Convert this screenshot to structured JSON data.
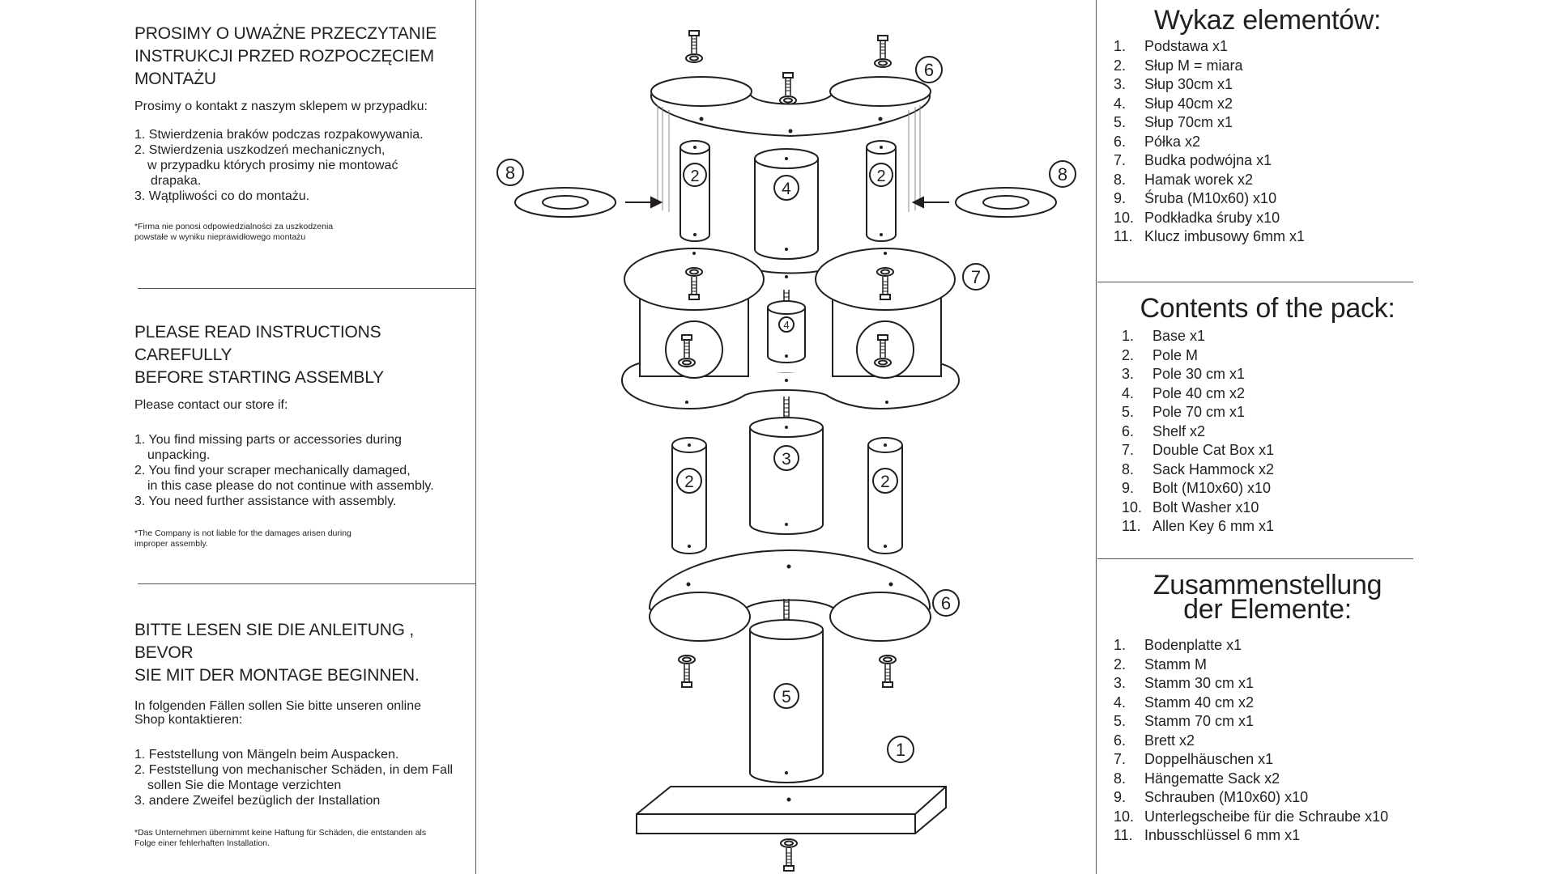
{
  "pl": {
    "heading": [
      "PROSIMY O UWAŻNE PRZECZYTANIE",
      "INSTRUKCJI PRZED ROZPOCZĘCIEM",
      "MONTAŻU"
    ],
    "intro": "Prosimy o kontakt z naszym sklepem w przypadku:",
    "items": [
      [
        "1. Stwierdzenia braków podczas rozpakowywania."
      ],
      [
        "2. Stwierdzenia uszkodzeń mechanicznych,",
        "w przypadku których prosimy nie montować",
        "drapaka."
      ],
      [
        "3. Wątpliwości co do montażu."
      ]
    ],
    "note": [
      "*Firma nie ponosi odpowiedzialności za uszkodzenia",
      "powstałe w wyniku nieprawidłowego montażu"
    ]
  },
  "en": {
    "heading": [
      "PLEASE READ INSTRUCTIONS CAREFULLY",
      "BEFORE STARTING ASSEMBLY"
    ],
    "intro": "Please contact our store if:",
    "items": [
      [
        "1. You find missing parts or accessories during",
        "unpacking."
      ],
      [
        "2. You find your scraper mechanically damaged,",
        "in this case please do not continue with assembly."
      ],
      [
        "3. You need further assistance with assembly."
      ]
    ],
    "note": [
      "*The Company is not liable for the damages arisen during",
      "improper assembly."
    ]
  },
  "de": {
    "heading": [
      "BITTE LESEN SIE DIE ANLEITUNG , BEVOR",
      "SIE MIT DER MONTAGE BEGINNEN."
    ],
    "intro": [
      "In folgenden Fällen sollen Sie bitte unseren online",
      "Shop kontaktieren:"
    ],
    "items": [
      [
        "1. Feststellung von Mängeln beim Auspacken."
      ],
      [
        "2. Feststellung von mechanischer Schäden, in dem Fall",
        "sollen Sie die Montage verzichten"
      ],
      [
        "3. andere Zweifel bezüglich der Installation"
      ]
    ],
    "note": [
      "*Das Unternehmen übernimmt keine Haftung für Schäden, die entstanden als",
      "Folge einer  fehlerhaften Installation."
    ]
  },
  "lists": {
    "pl": {
      "title": "Wykaz elementów:",
      "items": [
        "Podstawa x1",
        "Słup M = miara",
        "Słup 30cm x1",
        "Słup 40cm x2",
        "Słup 70cm x1",
        "Półka x2",
        "Budka podwójna x1",
        "Hamak worek x2",
        "Śruba (M10x60) x10",
        "Podkładka śruby x10",
        "Klucz imbusowy 6mm x1"
      ]
    },
    "en": {
      "title": "Contents of the pack:",
      "items": [
        "Base x1",
        "Pole  M",
        "Pole 30 cm x1",
        "Pole 40 cm x2",
        "Pole 70 cm x1",
        "Shelf x2",
        "Double Cat Box x1",
        "Sack Hammock x2",
        "Bolt (M10x60) x10",
        "Bolt Washer x10",
        "Allen Key 6 mm x1"
      ]
    },
    "de": {
      "title": [
        "Zusammenstellung",
        "der Elemente:"
      ],
      "items": [
        "Bodenplatte x1",
        "Stamm  M",
        "Stamm 30 cm x1",
        "Stamm 40 cm x2",
        "Stamm 70 cm x1",
        "Brett x2",
        "Doppelhäuschen x1",
        "Hängematte Sack x2",
        "Schrauben (M10x60) x10",
        "Unterlegscheibe für die Schraube x10",
        "Inbusschlüssel 6 mm x1"
      ]
    },
    "numbers": [
      "1.",
      "2.",
      "3.",
      "4.",
      "5.",
      "6.",
      "7.",
      "8.",
      "9.",
      "10.",
      "11."
    ]
  },
  "diagram": {
    "part_labels": {
      "base": "1",
      "pole_m": "2",
      "pole_30": "3",
      "pole_40": "4",
      "pole_70": "5",
      "shelf": "6",
      "cat_box": "7",
      "hammock": "8"
    }
  }
}
